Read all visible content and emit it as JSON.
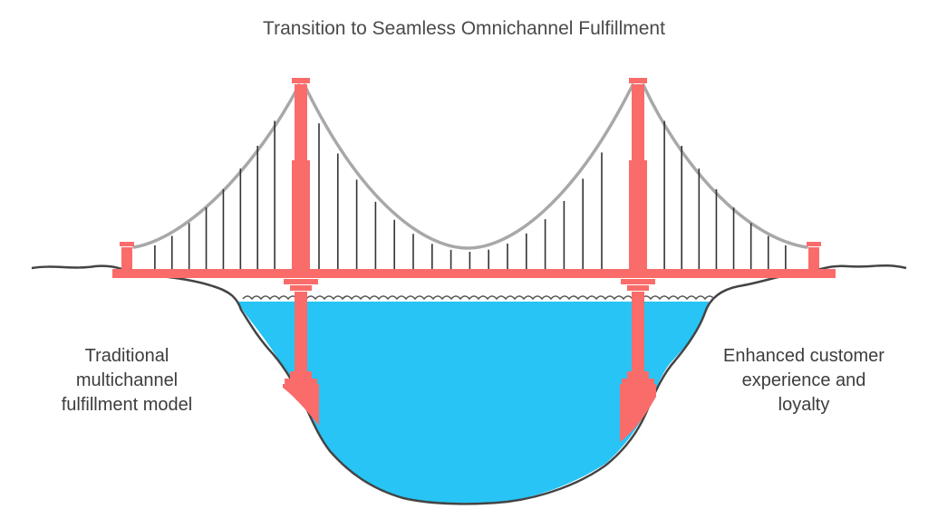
{
  "title": "Transition to Seamless Omnichannel Fulfillment",
  "left_label": [
    "Traditional",
    "multichannel",
    "fulfillment model"
  ],
  "right_label": [
    "Enhanced customer",
    "experience and",
    "loyalty"
  ],
  "colors": {
    "bridge": "#f96c6a",
    "bridge_dark": "#e0504e",
    "cable": "#a8a8a8",
    "hanger": "#333333",
    "water": "#27c4f5",
    "ground_line": "#444444",
    "text": "#3d3d3d"
  }
}
